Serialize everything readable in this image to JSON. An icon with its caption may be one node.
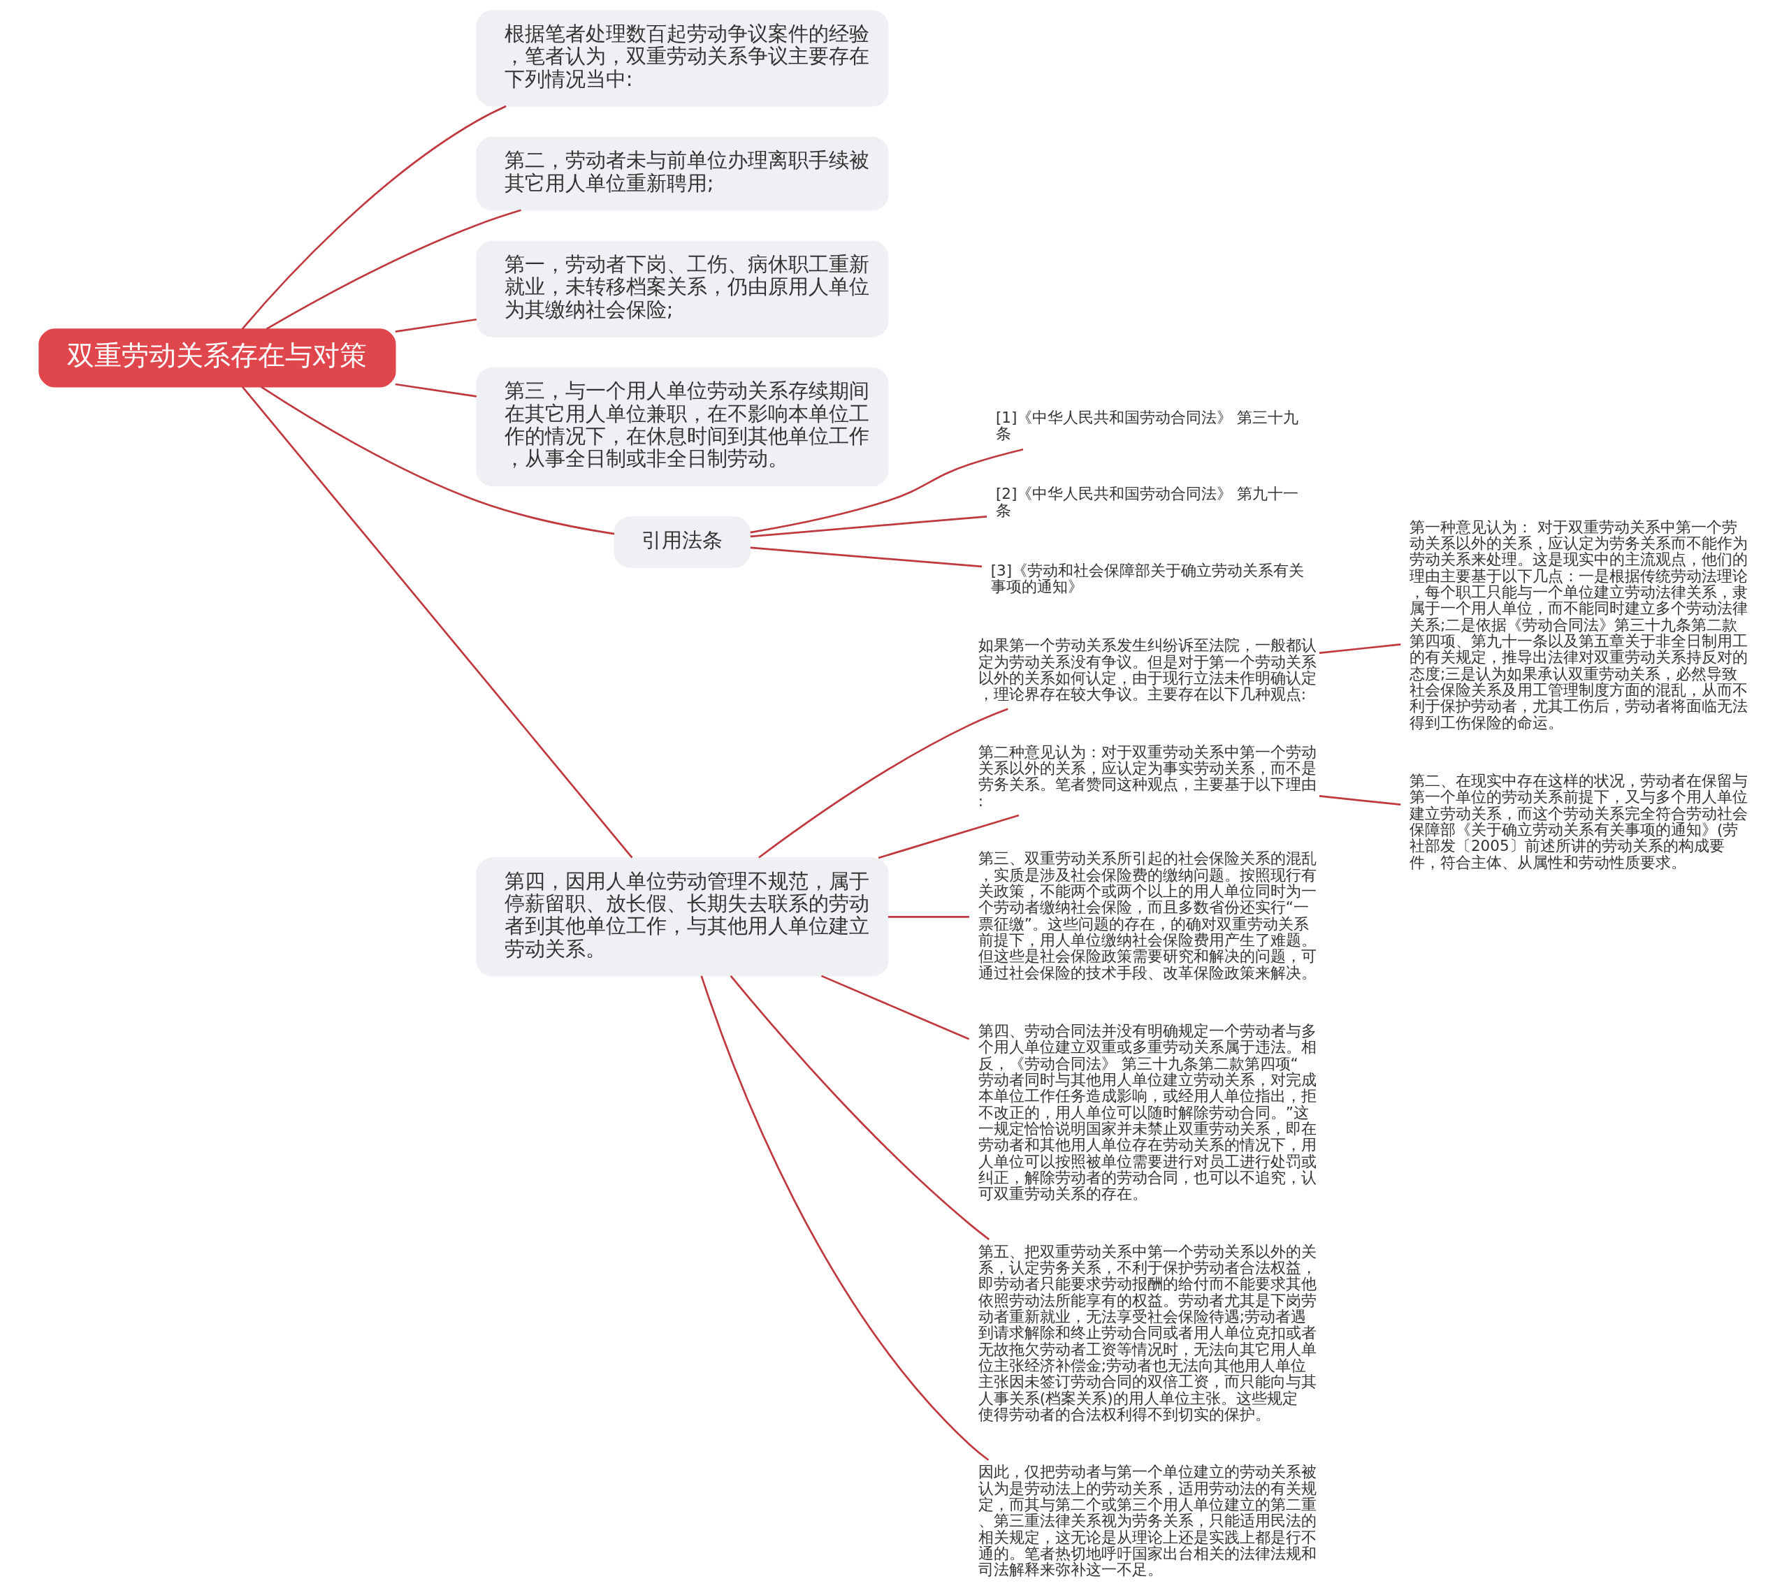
{
  "diagram": {
    "nodes": [
      {
        "text": [
          "双重劳动关系存在与对策"
        ]
      },
      {
        "text": [
          "根据笔者处理数百起劳动争议案件的经验，笔者认为，双重劳动关系争议主要存在下列情况当中:"
        ]
      },
      {
        "text": [
          "第二，劳动者未与前单位办理离职手续被其它用人单位重新聘用;"
        ]
      },
      {
        "text": [
          "第一，劳动者下岗、工伤、病休职工重新就业，未转移档案关系，仍由原用人单位为其缴纳社会保险;"
        ]
      },
      {
        "text": [
          "第三，与一个用人单位劳动关系存续期间在其它用人单位兼职，在不影响本单位工作的情况下，在休息时间到其他单位工作，从事全日制或非全日制劳动。"
        ]
      },
      {
        "text": [
          "引用法条"
        ]
      },
      {
        "text": [
          "[1]《中华人民共和国劳动合同法》 第三十九条"
        ]
      },
      {
        "text": [
          "[2]《中华人民共和国劳动合同法》 第九十一条"
        ]
      },
      {
        "text": [
          "[3]《劳动和社会保障部关于确立劳动关系有关事项的通知》"
        ]
      },
      {
        "text": [
          "第四，因用人单位劳动管理不规范，属于停薪留职、放长假、长期失去联系的劳动者到其他单位工作，与其他用人单位建立劳动关系。"
        ]
      },
      {
        "text": [
          "如果第一个劳动关系发生纠纷诉至法院，一般都认定为劳动关系没有争议。但是对于第一个劳动关系以外的关系如何认定，由于现行立法未作明确认定，理论界存在较大争议。主要存在以下几种观点:"
        ]
      },
      {
        "text": [
          "第一种意见认为： 对于双重劳动关系中第一个劳动关系以外的关系，应认定为劳务关系而不能作为劳动关系来处理。这是现实中的主流观点，他们的理由主要基于以下几点：一是根据传统劳动法理论，每个职工只能与一个单位建立劳动法律关系，隶属于一个用人单位，而不能同时建立多个劳动法律关系;二是依据《劳动合同法》第三十九条第二款第四项、第九十一条以及第五章关于非全日制用工的有关规定，推导出法律对双重劳动关系持反对的态度;三是认为如果承认双重劳动关系，必然导致社会保险关系及用工管理制度方面的混乱，从而不利于保护劳动者，尤其工伤后，劳动者将面临无法得到工伤保险的命运。"
        ]
      },
      {
        "text": [
          "第二种意见认为：对于双重劳动关系中第一个劳动关系以外的关系，应认定为事实劳动关系，而不是劳务关系。笔者赞同这种观点，主要基于以下理由:"
        ]
      },
      {
        "text": [
          "第二、在现实中存在这样的状况，劳动者在保留与第一个单位的劳动关系前提下，又与多个用人单位建立劳动关系，而这个劳动关系完全符合劳动社会保障部《关于确立劳动关系有关事项的通知》(劳社部发〔2005〕前述所讲的劳动关系的构成要件，符合主体、从属性和劳动性质要求。"
        ]
      },
      {
        "text": [
          "第三、双重劳动关系所引起的社会保险关系的混乱，实质是涉及社会保险费的缴纳问题。按照现行有关政策，不能两个或两个以上的用人单位同时为一个劳动者缴纳社会保险，而且多数省份还实行“一票征缴”。这些问题的存在，的确对双重劳动关系前提下，用人单位缴纳社会保险费用产生了难题。但这些是社会保险政策需要研究和解决的问题，可通过社会保险的技术手段、改革保险政策来解决。"
        ]
      },
      {
        "text": [
          "第四、劳动合同法并没有明确规定一个劳动者与多个用人单位建立双重或多重劳动关系属于违法。相反，《劳动合同法》 第三十九条第二款第四项“劳动者同时与其他用人单位建立劳动关系，对完成本单位工作任务造成影响，或经用人单位指出，拒不改正的，用人单位可以随时解除劳动合同。”这一规定恰恰说明国家并未禁止双重劳动关系，即在劳动者和其他用人单位存在劳动关系的情况下，用人单位可以按照被单位需要进行对员工进行处罚或纠正，解除劳动者的劳动合同，也可以不追究，认可双重劳动关系的存在。"
        ]
      },
      {
        "text": [
          "第五、把双重劳动关系中第一个劳动关系以外的关系，认定劳务关系，不利于保护劳动者合法权益，即劳动者只能要求劳动报酬的给付而不能要求其他依照劳动法所能享有的权益。劳动者尤其是下岗劳动者重新就业，无法享受社会保险待遇;劳动者遇到请求解除和终止劳动合同或者用人单位克扣或者无故拖欠劳动者工资等情况时，无法向其它用人单位主张经济补偿金;劳动者也无法向其他用人单位主张因未签订劳动合同的双倍工资，而只能向与其人事关系(档案关系)的用人单位主张。这些规定使得劳动者的合法权利得不到切实的保护。"
        ]
      },
      {
        "text": [
          "因此，仅把劳动者与第一个单位建立的劳动关系被认为是劳动法上的劳动关系，适用劳动法的有关规定，而其与第二个或第三个用人单位建立的第二重、第三重法律关系视为劳务关系，只能适用民法的相关规定，这无论是从理论上还是实践上都是行不通的。笔者热切地呼吁国家出台相关的法律法规和司法解释来弥补这一不足。"
        ]
      }
    ],
    "edges": [
      {
        "from": 0,
        "to": 1,
        "arrow": "none"
      },
      {
        "from": 0,
        "to": 2,
        "arrow": "none"
      },
      {
        "from": 0,
        "to": 3,
        "arrow": "none"
      },
      {
        "from": 0,
        "to": 4,
        "arrow": "none"
      },
      {
        "from": 0,
        "to": 5,
        "arrow": "none"
      },
      {
        "from": 5,
        "to": 6,
        "arrow": "none"
      },
      {
        "from": 5,
        "to": 7,
        "arrow": "none"
      },
      {
        "from": 5,
        "to": 8,
        "arrow": "none"
      },
      {
        "from": 0,
        "to": 9,
        "arrow": "none"
      },
      {
        "from": 9,
        "to": 10,
        "arrow": "none"
      },
      {
        "from": 10,
        "to": 11,
        "arrow": "none"
      },
      {
        "from": 9,
        "to": 12,
        "arrow": "none"
      },
      {
        "from": 12,
        "to": 13,
        "arrow": "none"
      },
      {
        "from": 9,
        "to": 14,
        "arrow": "none"
      },
      {
        "from": 9,
        "to": 15,
        "arrow": "none"
      },
      {
        "from": 9,
        "to": 16,
        "arrow": "none"
      },
      {
        "from": 9,
        "to": 17,
        "arrow": "none"
      }
    ]
  }
}
